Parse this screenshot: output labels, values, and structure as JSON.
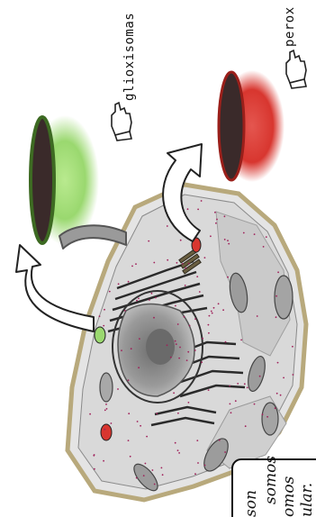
{
  "labels": {
    "glyoxysomes": "glioxisomas",
    "peroxisomes": "perox"
  },
  "caption_box": {
    "lines": [
      "son",
      "somos",
      "omos",
      "ular."
    ]
  },
  "colors": {
    "glyoxysome_green": "#9ad86f",
    "peroxisome_red": "#d8362f",
    "organelle_interior": "#3a2a2a",
    "cell_wall": "#b8a97c",
    "cytoplasm": "#d9d9d9",
    "vacuole": "#c9c9c9",
    "dots": "#a0205a"
  },
  "icons": [
    "pointing-hand-icon",
    "curved-arrow-icon"
  ]
}
